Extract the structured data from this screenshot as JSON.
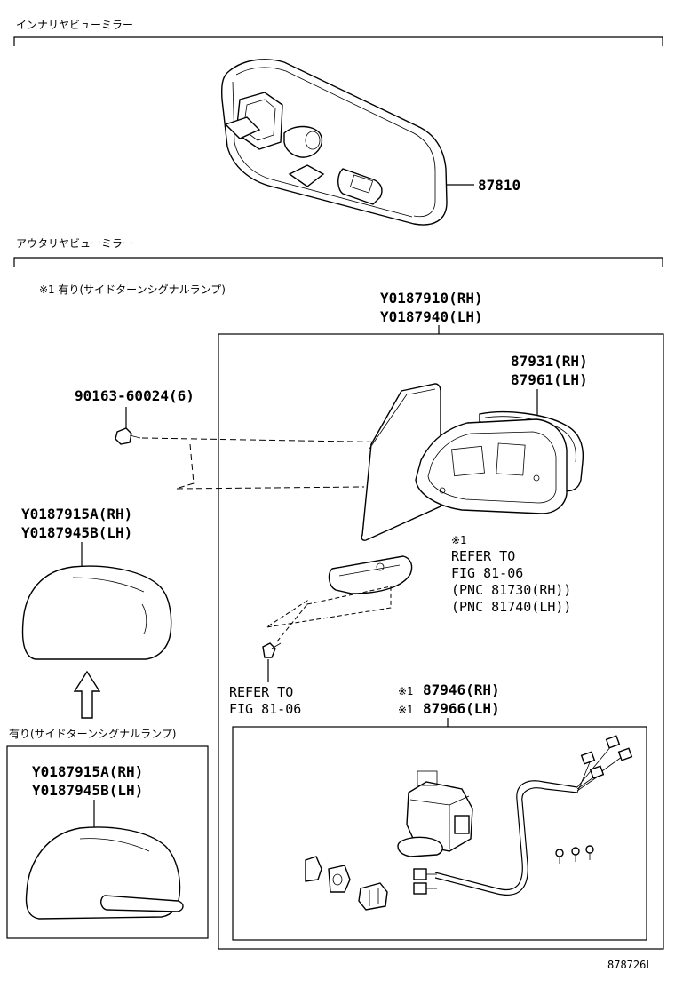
{
  "sections": {
    "inner_mirror": "インナリヤビューミラー",
    "outer_mirror": "アウタリヤビューミラー"
  },
  "notes": {
    "note1": "※1 有り(サイドターンシグナルランプ)",
    "with_signal": "有り(サイドターンシグナルランプ)",
    "mark1": "※1"
  },
  "labels": {
    "p87810": "87810",
    "y910": "Y0187910(RH)",
    "y940": "Y0187940(LH)",
    "p87931": "87931(RH)",
    "p87961": "87961(LH)",
    "screw": "90163-60024(6)",
    "y915a": "Y0187915A(RH)",
    "y945b": "Y0187945B(LH)",
    "y915a_2": "Y0187915A(RH)",
    "y945b_2": "Y0187945B(LH)",
    "refer1_a": "REFER TO",
    "refer1_b": "FIG 81-06",
    "refer1_c": "(PNC 81730(RH))",
    "refer1_d": "(PNC 81740(LH))",
    "refer2_a": "REFER TO",
    "refer2_b": "FIG 81-06",
    "p87946": "87946(RH)",
    "p87966": "87966(LH)",
    "fig_no": "878726L"
  }
}
